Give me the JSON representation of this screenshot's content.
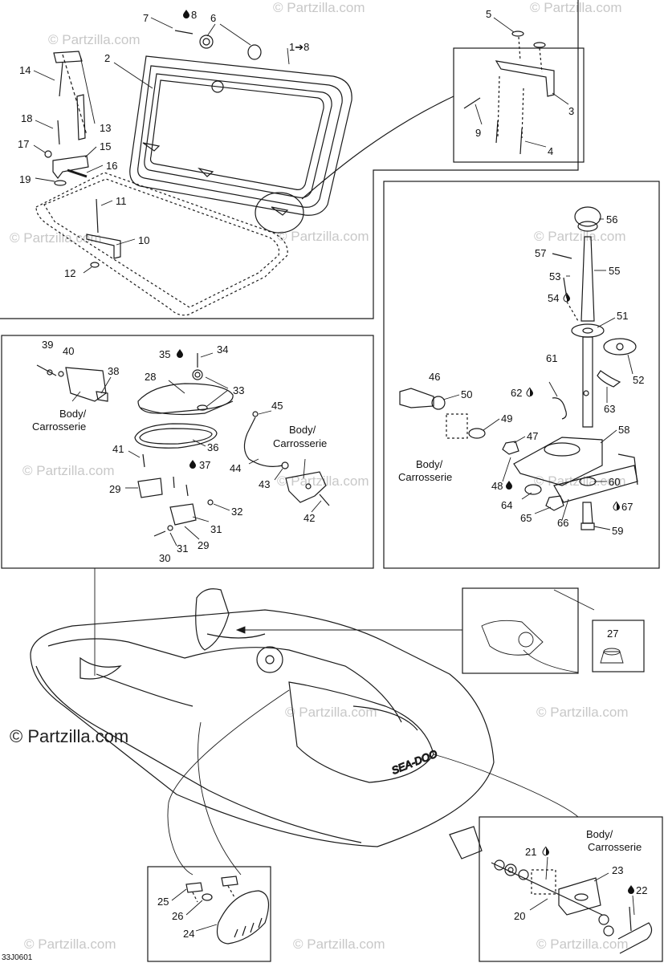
{
  "diagram": {
    "drawing_code": "33J0601",
    "watermark": "© Partzilla.com",
    "body_label_lines": [
      "Body/",
      "Carrosserie"
    ],
    "callouts": {
      "p1_8": "1➔8",
      "p2": "2",
      "p3": "3",
      "p4": "4",
      "p5": "5",
      "p6": "6",
      "p7": "7",
      "p8": "8",
      "p9": "9",
      "p10": "10",
      "p11": "11",
      "p12": "12",
      "p13": "13",
      "p14": "14",
      "p15": "15",
      "p16": "16",
      "p17": "17",
      "p18": "18",
      "p19": "19",
      "p20": "20",
      "p21": "21",
      "p22": "22",
      "p23": "23",
      "p24": "24",
      "p25": "25",
      "p26": "26",
      "p27": "27",
      "p28": "28",
      "p29a": "29",
      "p29b": "29",
      "p30": "30",
      "p31a": "31",
      "p31b": "31",
      "p32": "32",
      "p33": "33",
      "p34": "34",
      "p35": "35",
      "p36": "36",
      "p37": "37",
      "p38": "38",
      "p39": "39",
      "p40": "40",
      "p41": "41",
      "p42": "42",
      "p43": "43",
      "p44": "44",
      "p45": "45",
      "p46": "46",
      "p47": "47",
      "p48": "48",
      "p49": "49",
      "p50": "50",
      "p51": "51",
      "p52": "52",
      "p53": "53",
      "p54": "54",
      "p55": "55",
      "p56": "56",
      "p57": "57",
      "p58": "58",
      "p59": "59",
      "p60": "60",
      "p61": "61",
      "p62": "62",
      "p63": "63",
      "p64": "64",
      "p65": "65",
      "p66": "66",
      "p67": "67"
    },
    "colors": {
      "line": "#1a1a1a",
      "watermark": "#c8c8c8",
      "background": "#ffffff"
    }
  }
}
